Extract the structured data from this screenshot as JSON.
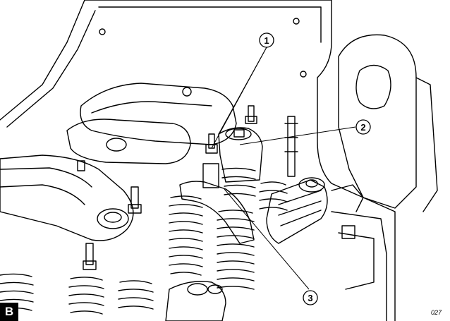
{
  "figure": {
    "panel_label": "B",
    "figure_code": "027"
  },
  "callouts": [
    {
      "id": "1",
      "label": "1"
    },
    {
      "id": "2",
      "label": "2"
    },
    {
      "id": "3",
      "label": "3"
    }
  ],
  "colors": {
    "line": "#000000",
    "background": "#ffffff"
  }
}
